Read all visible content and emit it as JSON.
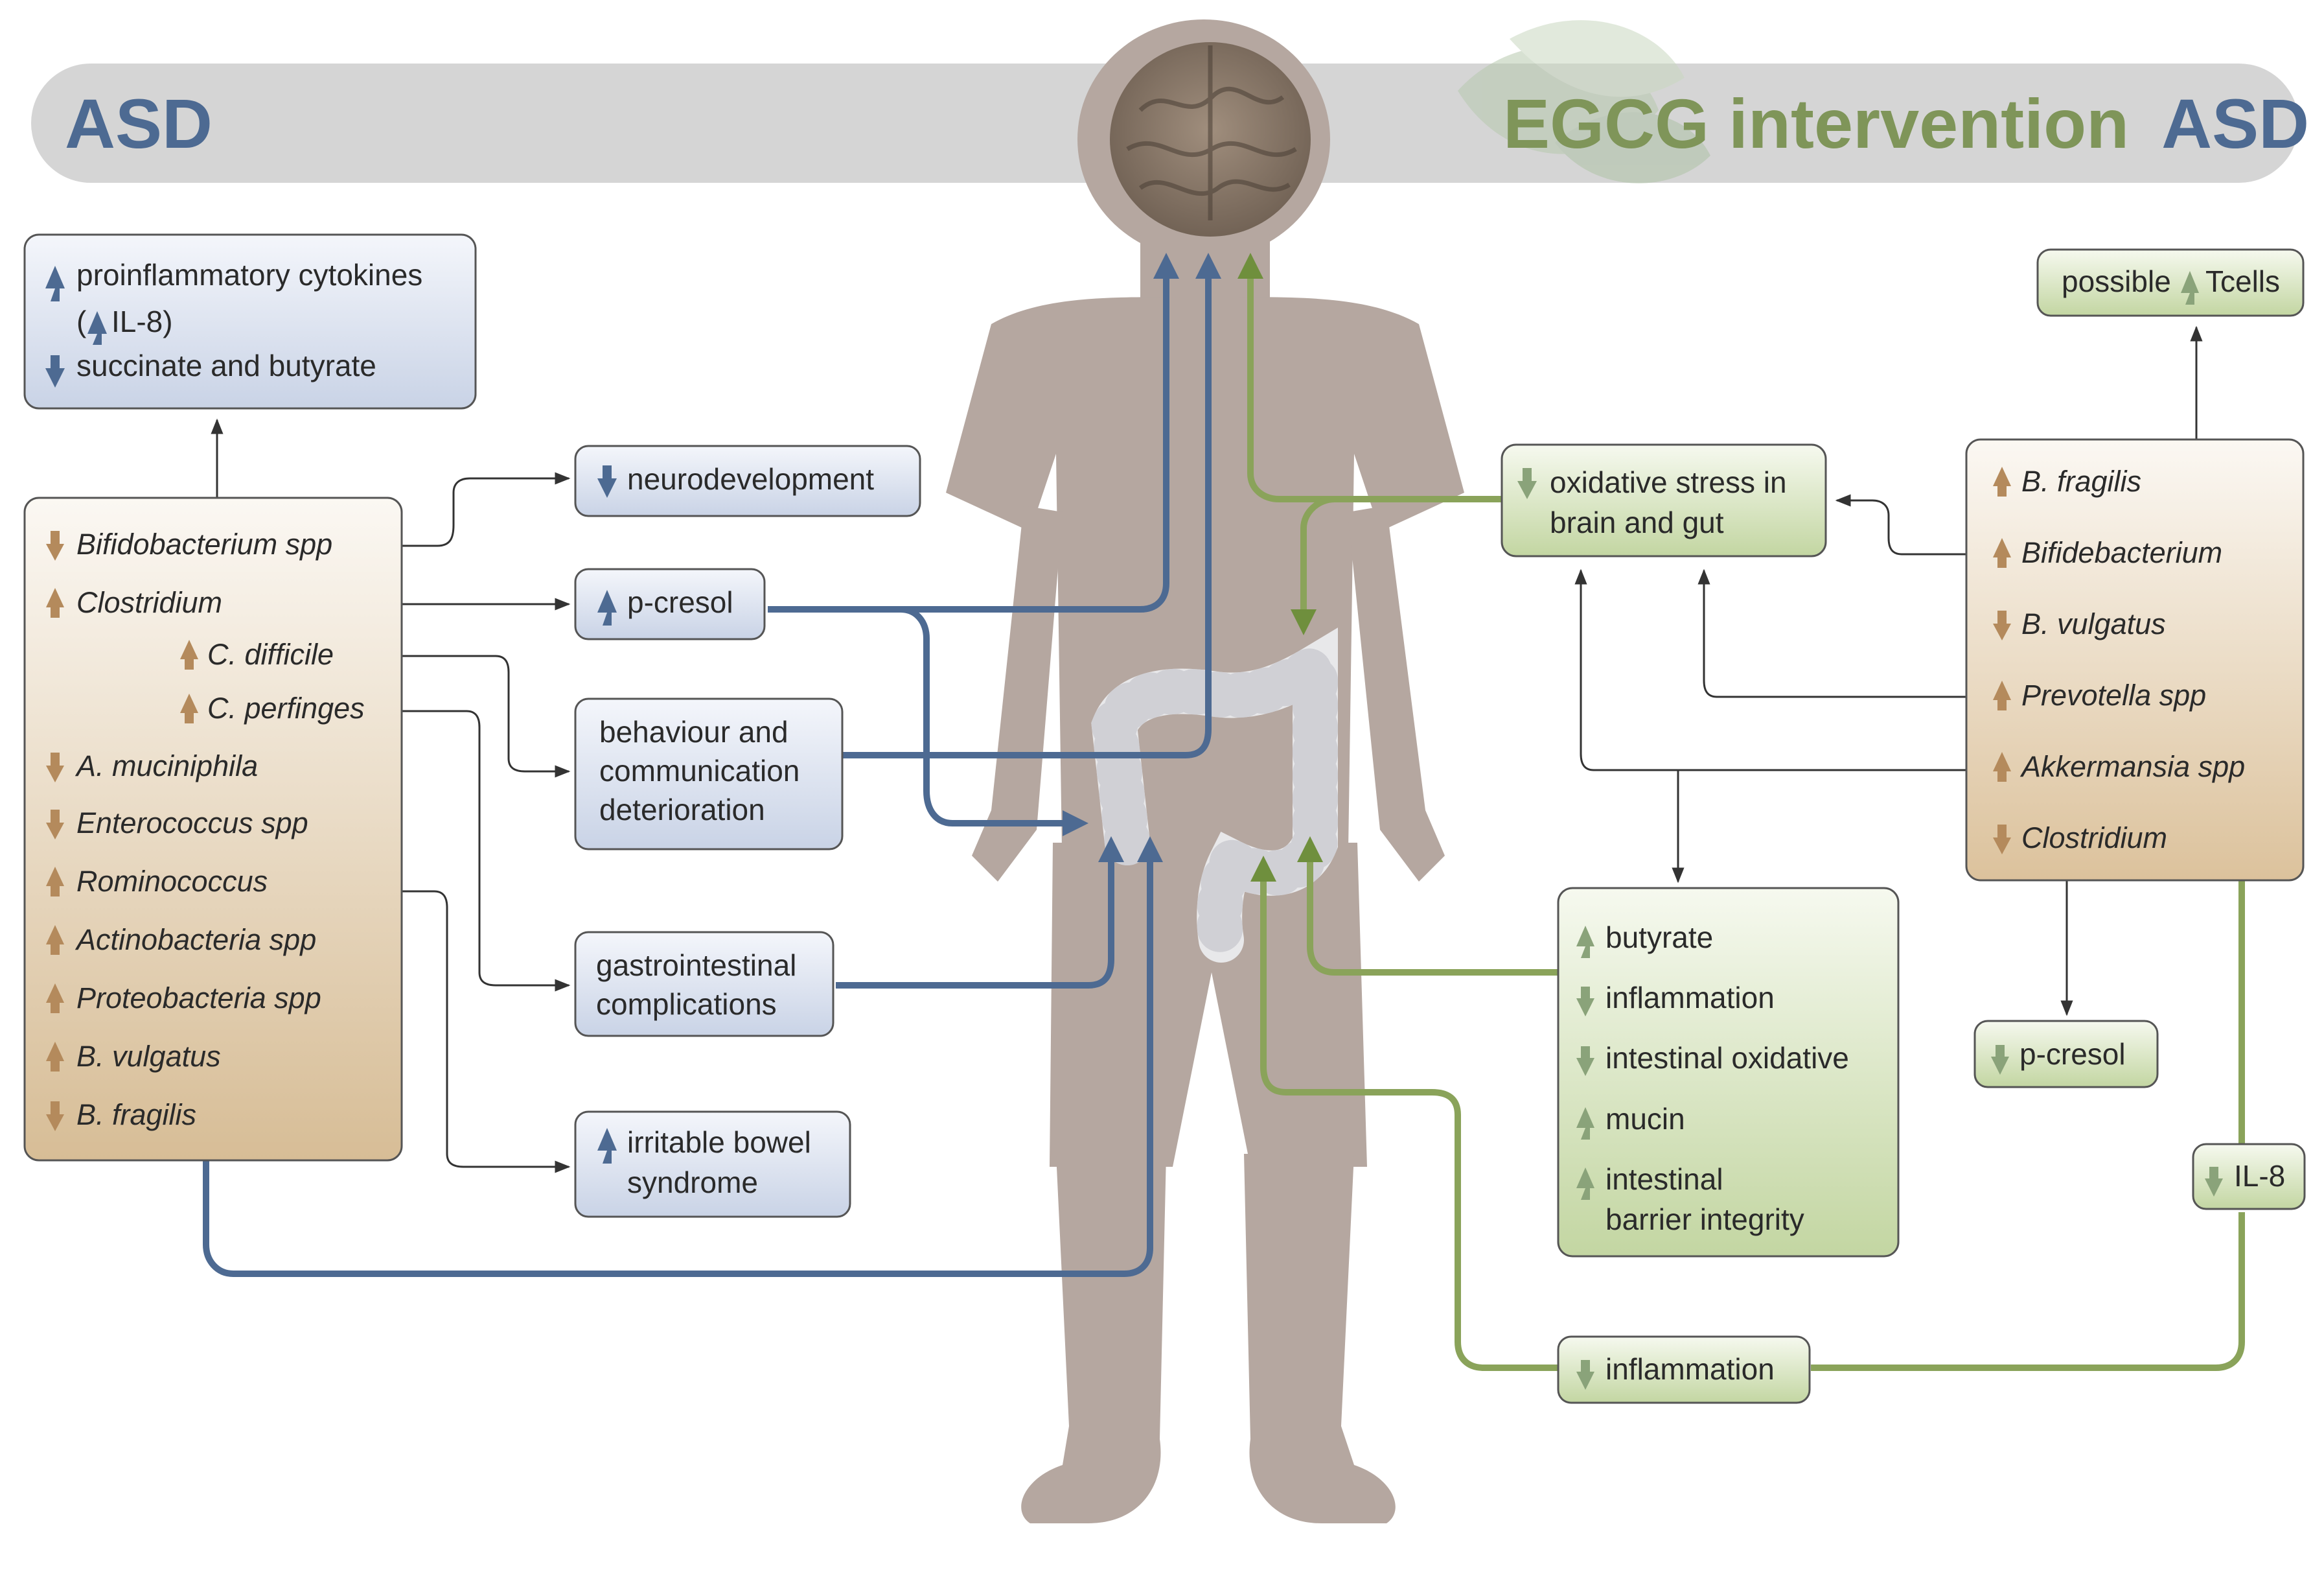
{
  "header": {
    "left_title": "ASD",
    "right_title_green": "EGCG intervention",
    "right_title_blue": "ASD"
  },
  "colors": {
    "asd_blue": "#4d6a92",
    "egcg_green": "#8aa35a",
    "silhouette": "#b5a7a0",
    "up_arrow_blue": "#4d6a92",
    "arrow_brown": "#b48a5c",
    "arrow_green": "#8aa37a"
  },
  "asd_side": {
    "cytokines_box": {
      "line1": "proinflammatory cytokines",
      "line2_prefix": "(",
      "line2_text": "IL-8)",
      "line3": "succinate and butyrate"
    },
    "bacteria": [
      {
        "name": "Bifidobacterium spp",
        "dir": "down"
      },
      {
        "name": "Clostridium",
        "dir": "up"
      },
      {
        "name": "C. difficile",
        "dir": "up"
      },
      {
        "name": "C. perfinges",
        "dir": "up"
      },
      {
        "name": "A. muciniphila",
        "dir": "down"
      },
      {
        "name": "Enterococcus spp",
        "dir": "down"
      },
      {
        "name": "Rominococcus",
        "dir": "up"
      },
      {
        "name": "Actinobacteria spp",
        "dir": "up"
      },
      {
        "name": "Proteobacteria spp",
        "dir": "up"
      },
      {
        "name": "B. vulgatus",
        "dir": "up"
      },
      {
        "name": "B. fragilis",
        "dir": "down"
      }
    ],
    "effects": {
      "neurodevelopment": "neurodevelopment",
      "pcresol": "p-cresol",
      "behaviour": [
        "behaviour and",
        "communication",
        "deterioration"
      ],
      "gi": [
        "gastrointestinal",
        "complications"
      ],
      "ibs": [
        "irritable bowel",
        "syndrome"
      ]
    }
  },
  "egcg_side": {
    "tcells": {
      "prefix": "possible",
      "suffix": "Tcells"
    },
    "oxidative": [
      "oxidative stress in",
      "brain and gut"
    ],
    "bacteria": [
      {
        "name": "B. fragilis",
        "dir": "up"
      },
      {
        "name": "Bifidebacterium",
        "dir": "up"
      },
      {
        "name": "B. vulgatus",
        "dir": "down"
      },
      {
        "name": "Prevotella spp",
        "dir": "up"
      },
      {
        "name": "Akkermansia spp",
        "dir": "up"
      },
      {
        "name": "Clostridium",
        "dir": "down"
      }
    ],
    "effects_box": {
      "butyrate": "butyrate",
      "inflammation": "inflammation",
      "intestinal_oxidative": "intestinal oxidative",
      "mucin": "mucin",
      "barrier1": "intestinal",
      "barrier2": "barrier integrity"
    },
    "pcresol": "p-cresol",
    "il8": "IL-8",
    "inflammation_bottom": "inflammation"
  }
}
